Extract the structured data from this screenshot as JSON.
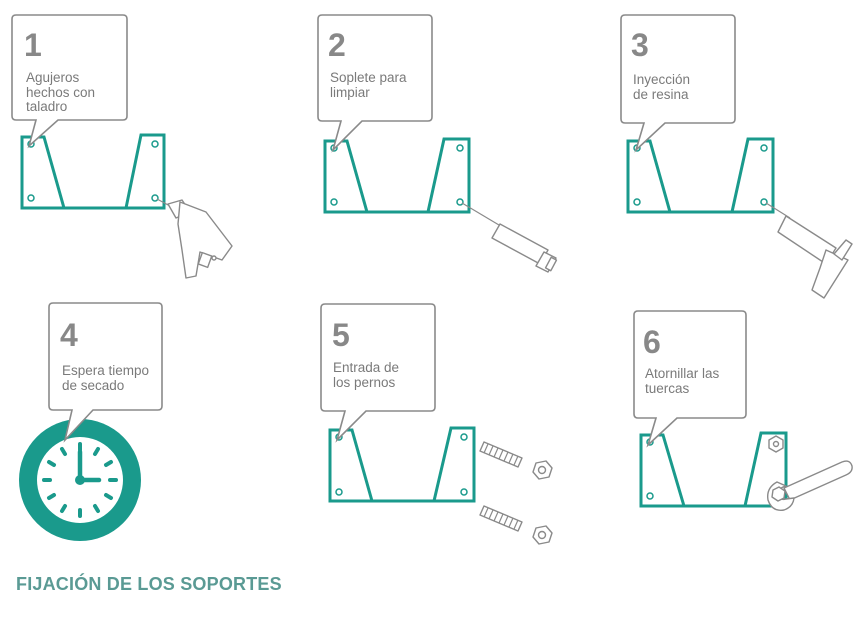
{
  "colors": {
    "accent": "#1a9a8c",
    "caption": "#5a9a94",
    "outline": "#8a8a8a",
    "text": "#7a7a7a"
  },
  "steps": [
    {
      "number": "1",
      "lines": [
        "Agujeros",
        "hechos con",
        "taladro"
      ],
      "icon": "drill-icon"
    },
    {
      "number": "2",
      "lines": [
        "Soplete para",
        "limpiar"
      ],
      "icon": "blower-icon"
    },
    {
      "number": "3",
      "lines": [
        "Inyección",
        "de resina"
      ],
      "icon": "resin-gun-icon"
    },
    {
      "number": "4",
      "lines": [
        "Espera tiempo",
        "de secado"
      ],
      "icon": "clock-icon"
    },
    {
      "number": "5",
      "lines": [
        "Entrada de",
        "los pernos"
      ],
      "icon": "bolt-icon"
    },
    {
      "number": "6",
      "lines": [
        "Atornillar las",
        "tuercas"
      ],
      "icon": "wrench-icon"
    }
  ],
  "caption": "FIJACIÓN DE LOS SOPORTES"
}
